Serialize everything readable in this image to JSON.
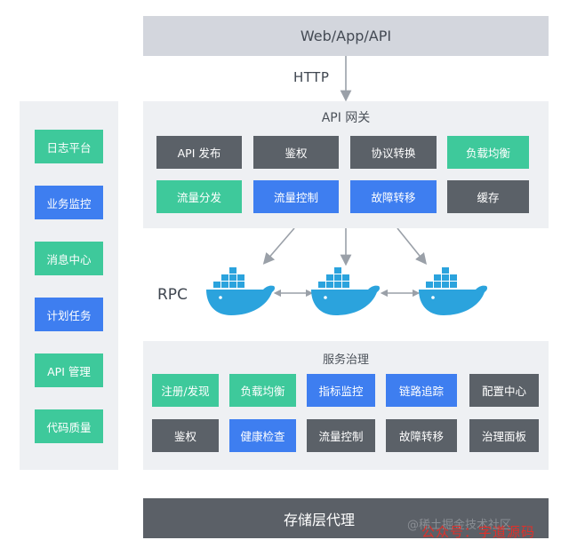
{
  "top": {
    "label": "Web/App/API"
  },
  "http": {
    "label": "HTTP"
  },
  "gateway": {
    "title": "API 网关",
    "tiles": [
      {
        "label": "API 发布",
        "color": "dark"
      },
      {
        "label": "鉴权",
        "color": "dark"
      },
      {
        "label": "协议转换",
        "color": "dark"
      },
      {
        "label": "负载均衡",
        "color": "green"
      },
      {
        "label": "流量分发",
        "color": "green"
      },
      {
        "label": "流量控制",
        "color": "blue"
      },
      {
        "label": "故障转移",
        "color": "blue"
      },
      {
        "label": "缓存",
        "color": "dark"
      }
    ]
  },
  "rpc": {
    "label": "RPC",
    "nodes": [
      "docker-whale-icon",
      "docker-whale-icon",
      "docker-whale-icon"
    ]
  },
  "sidebar": {
    "items": [
      {
        "label": "日志平台",
        "color": "green"
      },
      {
        "label": "业务监控",
        "color": "blue"
      },
      {
        "label": "消息中心",
        "color": "green"
      },
      {
        "label": "计划任务",
        "color": "blue"
      },
      {
        "label": "API 管理",
        "color": "green"
      },
      {
        "label": "代码质量",
        "color": "green"
      }
    ]
  },
  "governance": {
    "title": "服务治理",
    "tiles": [
      {
        "label": "注册/发现",
        "color": "green"
      },
      {
        "label": "负载均衡",
        "color": "green"
      },
      {
        "label": "指标监控",
        "color": "blue"
      },
      {
        "label": "链路追踪",
        "color": "blue"
      },
      {
        "label": "配置中心",
        "color": "dark"
      },
      {
        "label": "鉴权",
        "color": "dark"
      },
      {
        "label": "健康检查",
        "color": "blue"
      },
      {
        "label": "流量控制",
        "color": "dark"
      },
      {
        "label": "故障转移",
        "color": "dark"
      },
      {
        "label": "治理面板",
        "color": "dark"
      }
    ]
  },
  "storage": {
    "label": "存储层代理"
  },
  "watermark": {
    "line1": "@稀土掘金技术社区",
    "line2": "公众号：字道源码"
  },
  "colors": {
    "dark": "#5b6168",
    "green": "#3ec99b",
    "blue": "#3e7ef0",
    "panel": "#eef0f3",
    "whale": "#2ba3dd"
  }
}
